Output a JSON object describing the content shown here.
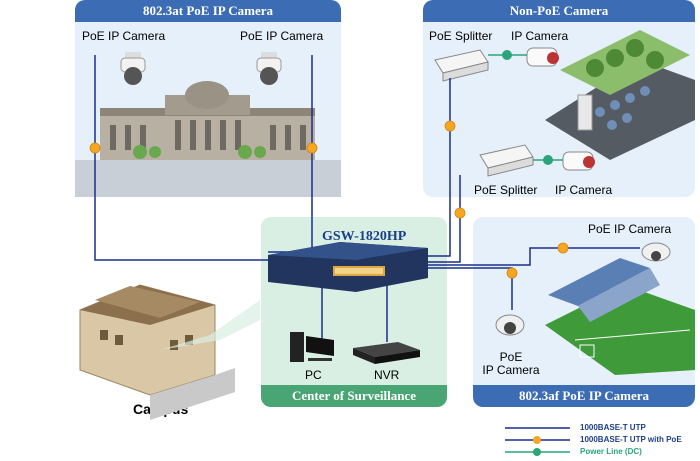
{
  "panels": {
    "top_left": {
      "title": "802.3at PoE IP Camera",
      "cam_left": "PoE IP Camera",
      "cam_right": "PoE IP Camera"
    },
    "top_right": {
      "title": "Non-PoE Camera",
      "splitter_top": "PoE Splitter",
      "camera_top": "IP Camera",
      "splitter_bottom": "PoE Splitter",
      "camera_bottom": "IP Camera"
    },
    "bottom_right": {
      "title": "802.3af PoE IP Camera",
      "cam_top": "PoE IP Camera",
      "cam_bottom_line1": "PoE",
      "cam_bottom_line2": "IP Camera"
    },
    "center": {
      "title": "Center of Surveillance",
      "switch_name": "GSW-1820HP",
      "pc": "PC",
      "nvr": "NVR"
    }
  },
  "campus_label": "Campus",
  "badges": {
    "poe": "PoE",
    "dc": "DC"
  },
  "legend": [
    {
      "type": "utp",
      "label": "1000BASE-T UTP"
    },
    {
      "type": "poe",
      "label": "1000BASE-T UTP with PoE"
    },
    {
      "type": "dc",
      "label": "Power Line (DC)"
    }
  ],
  "colors": {
    "panel_title_bg": "#3c6db4",
    "panel_bg": "#e6f0fa",
    "center_bg": "#d9efe3",
    "center_title_bg": "#4aa574",
    "line_blue": "#1a2f8c",
    "badge_orange": "#f5a623",
    "dc_green": "#2aa57a"
  }
}
